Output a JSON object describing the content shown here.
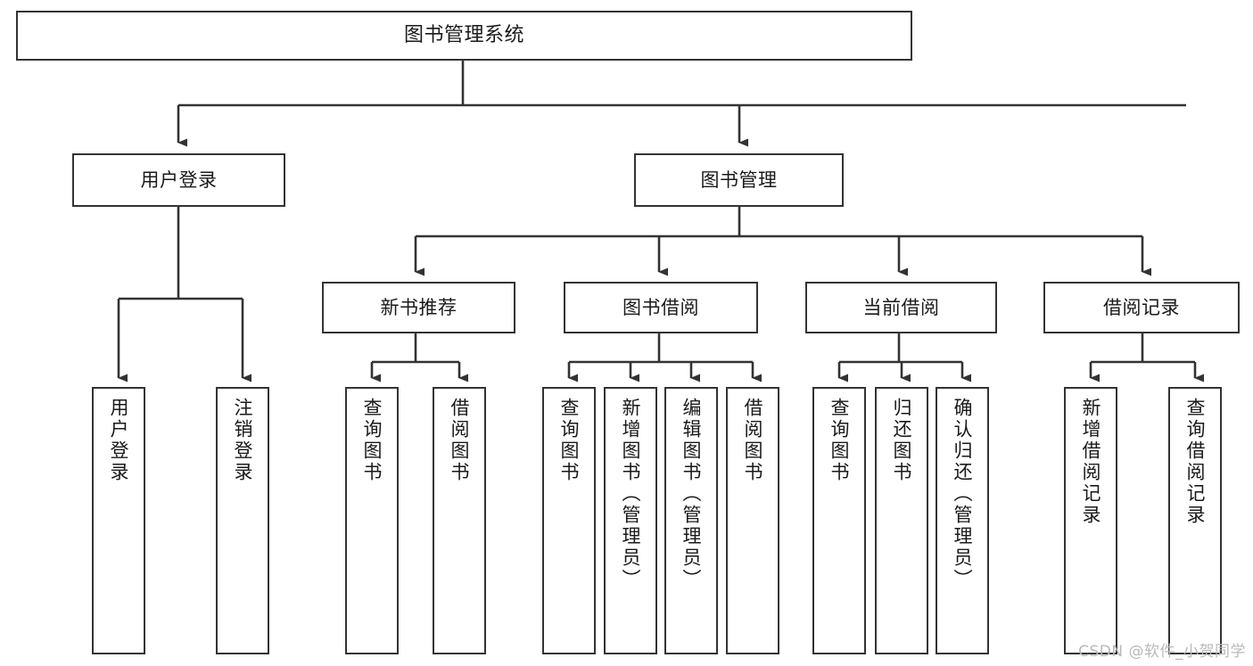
{
  "diagram": {
    "type": "tree",
    "title": "图书管理系统",
    "stroke_color": "#333333",
    "fill_color": "#ffffff",
    "text_color": "#1a1a1a",
    "root": {
      "id": "root",
      "label": "图书管理系统"
    },
    "level2": [
      {
        "id": "user-login",
        "label": "用户登录"
      },
      {
        "id": "book-manage",
        "label": "图书管理"
      }
    ],
    "level3": [
      {
        "id": "new-book-rec",
        "label": "新书推荐"
      },
      {
        "id": "book-borrow",
        "label": "图书借阅"
      },
      {
        "id": "current-borrow",
        "label": "当前借阅"
      },
      {
        "id": "borrow-record",
        "label": "借阅记录"
      }
    ],
    "leaves": {
      "user_login": [
        {
          "id": "leaf-user-login",
          "label": "用户登录"
        },
        {
          "id": "leaf-logout",
          "label": "注销登录"
        }
      ],
      "new_book_rec": [
        {
          "id": "leaf-query-book-1",
          "label": "查询图书"
        },
        {
          "id": "leaf-borrow-book-1",
          "label": "借阅图书"
        }
      ],
      "book_borrow": [
        {
          "id": "leaf-query-book-2",
          "label": "查询图书"
        },
        {
          "id": "leaf-add-book",
          "label": "新增图书（管理员）"
        },
        {
          "id": "leaf-edit-book",
          "label": "编辑图书（管理员）"
        },
        {
          "id": "leaf-borrow-book-2",
          "label": "借阅图书"
        }
      ],
      "current_borrow": [
        {
          "id": "leaf-query-book-3",
          "label": "查询图书"
        },
        {
          "id": "leaf-return-book",
          "label": "归还图书"
        },
        {
          "id": "leaf-confirm-return",
          "label": "确认归还（管理员）"
        }
      ],
      "borrow_record": [
        {
          "id": "leaf-add-record",
          "label": "新增借阅记录"
        },
        {
          "id": "leaf-query-record",
          "label": "查询借阅记录"
        }
      ]
    }
  },
  "watermark": {
    "text": "CSDN @软件_小贺同学"
  }
}
